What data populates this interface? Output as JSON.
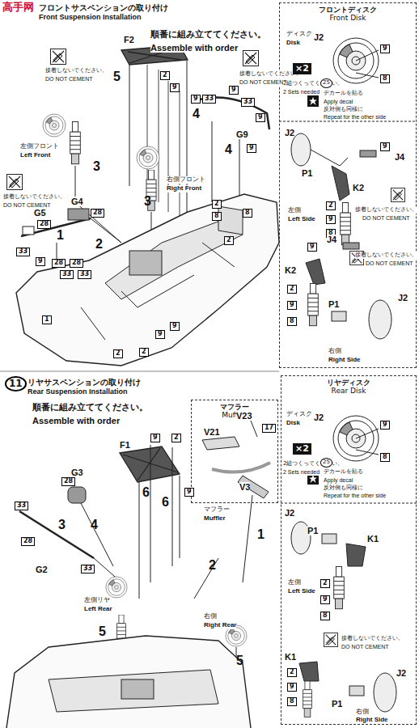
{
  "diagram": {
    "nodes": [
      {
        "text": [
          "フロントディスク",
          "Front Disk"
        ]
      },
      {
        "text": [
          "マフラー",
          "Muffler"
        ]
      },
      {
        "text": [
          "リヤディスク",
          "Rear Disk"
        ]
      }
    ],
    "labels": [
      "高手网",
      "フロントサスペンションの取り付け",
      "Front Suspension Installation",
      "順番に組み立ててください。",
      "Assemble with order",
      "F2",
      "5",
      "2",
      "9",
      "9",
      "33",
      "4",
      "9",
      "33",
      "9",
      "G9",
      "4",
      "9",
      "接着しないでください。",
      "DO NOT CEMENT",
      "接着しないでください。",
      "DO NOT CEMENT",
      "左側フロント",
      "Left Front",
      "3",
      "右側フロント",
      "Right Front",
      "3",
      "接着しないでください。",
      "DO NOT CEMENT",
      "G4",
      "G5",
      "28",
      "28",
      "1",
      "2",
      "33",
      "9",
      "28",
      "28",
      "33",
      "33",
      "2",
      "8",
      "8",
      "2",
      "1",
      "2",
      "2",
      "9",
      "9",
      "ディスク",
      "Disk",
      "J2",
      "×2",
      "9",
      "8",
      "2組つくってください。",
      "2 Sets needed",
      "25",
      "デカールを貼る",
      "Apply decal",
      "反対側も同様に",
      "Repeat for the other side",
      "J2",
      "P1",
      "9",
      "J4",
      "K2",
      "2",
      "9",
      "8",
      "左側",
      "Left Side",
      "接着しないでください。",
      "DO NOT CEMENT",
      "J4",
      "9",
      "接着しないでください。",
      "DO NOT CEMENT",
      "K2",
      "J2",
      "2",
      "9",
      "P1",
      "8",
      "右側",
      "Right Side",
      "11",
      "リヤサスペンションの取り付け",
      "Rear Suspension Installation",
      "順番に組み立ててください。",
      "Assemble with order",
      "F1",
      "9",
      "2",
      "6",
      "6",
      "9",
      "33",
      "28",
      "G3",
      "3",
      "4",
      "G2",
      "28",
      "33",
      "マフラー",
      "Muffler",
      "1",
      "2",
      "左側リヤ",
      "Left Rear",
      "5",
      "右側",
      "Right Rear",
      "5",
      "V23",
      "17",
      "V21",
      "V3",
      "ディスク",
      "Disk",
      "J2",
      "×2",
      "9",
      "8",
      "2組つくってください。",
      "2 Sets needed",
      "25",
      "デカールを貼る",
      "Apply decal",
      "反対側も同様に",
      "Repeat for the other side",
      "J2",
      "P1",
      "K1",
      "左側",
      "Left Side",
      "2",
      "9",
      "8",
      "接着しないでください。",
      "DO NOT CEMENT",
      "K1",
      "2",
      "9",
      "P1",
      "8",
      "J2",
      "右側",
      "Right Side"
    ]
  }
}
